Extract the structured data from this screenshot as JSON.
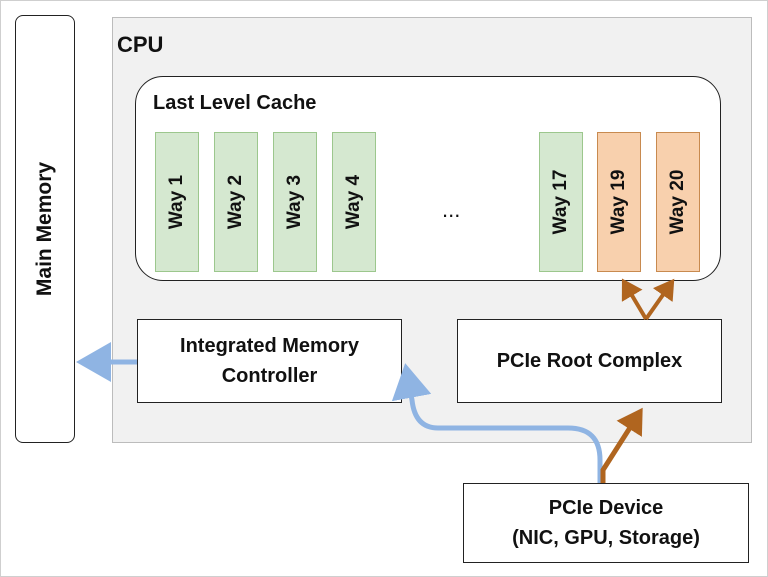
{
  "main_memory": {
    "label": "Main Memory"
  },
  "cpu": {
    "label": "CPU"
  },
  "llc": {
    "label": "Last Level Cache",
    "ellipsis": "...",
    "ways": [
      {
        "label": "Way 1",
        "kind": "core"
      },
      {
        "label": "Way 2",
        "kind": "core"
      },
      {
        "label": "Way 3",
        "kind": "core"
      },
      {
        "label": "Way 4",
        "kind": "core"
      },
      {
        "label": "Way 17",
        "kind": "core"
      },
      {
        "label": "Way 19",
        "kind": "io"
      },
      {
        "label": "Way 20",
        "kind": "io"
      }
    ]
  },
  "imc": {
    "line1": "Integrated Memory",
    "line2": "Controller"
  },
  "pcie_root": {
    "label": "PCIe Root Complex"
  },
  "pcie_device": {
    "line1": "PCIe Device",
    "line2": "(NIC, GPU, Storage)"
  },
  "colors": {
    "memory_path": "#8fb4e3",
    "io_path": "#b0651f",
    "way_core_fill": "#d5e8d0",
    "way_io_fill": "#f8d0ad",
    "cpu_fill": "#f1f1f1"
  }
}
